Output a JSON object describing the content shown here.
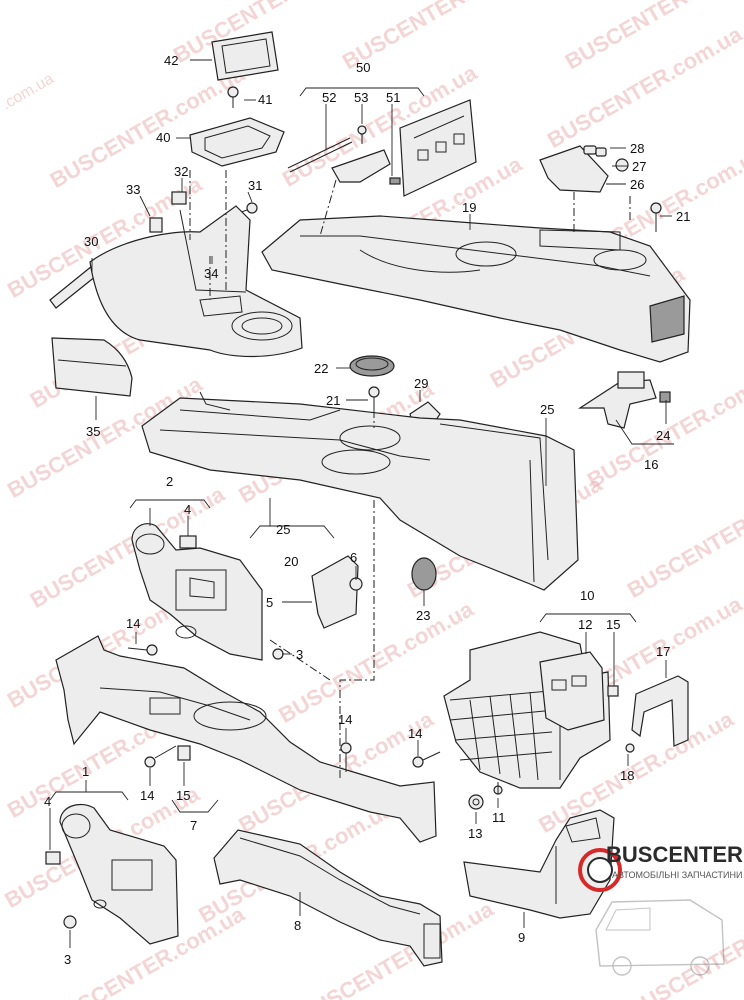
{
  "watermark": {
    "brand": "BUSCENTER",
    "domain": ".com.ua",
    "full": "BUSCENTER.com.ua",
    "color": "#e8a3a3"
  },
  "logo": {
    "name": "BUSCENTER",
    "subtitle": "АВТОМОБІЛЬНІ ЗАПЧАСТИНИ",
    "accent": "#d62a2a"
  },
  "callouts": {
    "c1": "1",
    "c2": "2",
    "c3a": "3",
    "c3b": "3",
    "c4a": "4",
    "c4b": "4",
    "c5": "5",
    "c6": "6",
    "c7": "7",
    "c8": "8",
    "c9": "9",
    "c10": "10",
    "c11": "11",
    "c12": "12",
    "c13": "13",
    "c14a": "14",
    "c14b": "14",
    "c14c": "14",
    "c14d": "14",
    "c15a": "15",
    "c15b": "15",
    "c16": "16",
    "c17": "17",
    "c18": "18",
    "c19": "19",
    "c20": "20",
    "c21a": "21",
    "c21b": "21",
    "c22": "22",
    "c23": "23",
    "c24": "24",
    "c25a": "25",
    "c25b": "25",
    "c26": "26",
    "c27": "27",
    "c28": "28",
    "c29": "29",
    "c30": "30",
    "c31": "31",
    "c32": "32",
    "c33": "33",
    "c34": "34",
    "c35": "35",
    "c40": "40",
    "c41": "41",
    "c42": "42",
    "c50": "50",
    "c51": "51",
    "c52": "52",
    "c53": "53"
  }
}
